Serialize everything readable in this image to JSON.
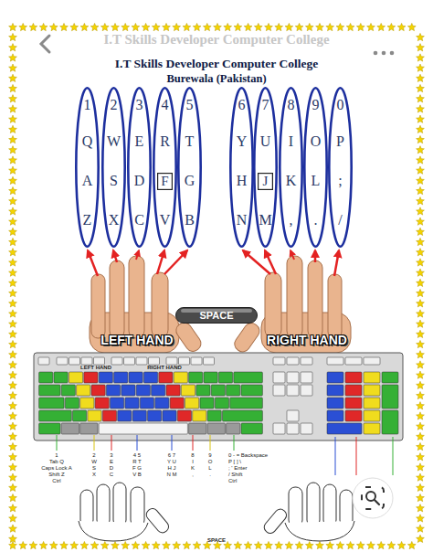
{
  "diagram": {
    "title": "I.T Skills Developer Computer College",
    "nodes": [
      {
        "text": [
          "1",
          "Q",
          "A",
          "Z"
        ]
      },
      {
        "text": [
          "2",
          "W",
          "S",
          "X"
        ]
      },
      {
        "text": [
          "3",
          "E",
          "D",
          "C"
        ]
      },
      {
        "text": [
          "4",
          "R",
          "V"
        ]
      },
      {
        "text": [
          "5",
          "T",
          "G",
          "B"
        ]
      },
      {
        "text": [
          "6",
          "Y",
          "H",
          "N"
        ]
      },
      {
        "text": [
          "7",
          "U",
          "M"
        ]
      },
      {
        "text": [
          "8",
          "I",
          "K",
          ","
        ]
      },
      {
        "text": [
          "9",
          "O",
          "L",
          "."
        ]
      },
      {
        "text": [
          "0",
          "P",
          ";",
          "/"
        ]
      },
      {
        "text": [
          "F"
        ],
        "in": 3
      },
      {
        "text": [
          "J"
        ],
        "in": 6
      },
      {
        "text": [
          "SPACE"
        ]
      }
    ],
    "labels": [
      "I.T Skills Developer Computer College",
      "Burewala (Pakistan)",
      "LEFT HAND",
      "RIGHT HAND",
      "LEFT HAND",
      "RIGHT HAND",
      "1",
      "Tab Q",
      "Caps Lock A",
      "Shift Z",
      "Ctrl",
      "2",
      "W",
      "S",
      "X",
      "3",
      "E",
      "D",
      "C",
      "4 5",
      "R T",
      "F G",
      "V B",
      "6 7",
      "Y U",
      "H J",
      "N M",
      "8",
      "I",
      "K",
      ",",
      "9",
      "O",
      "L",
      ".",
      "0 - = Backspace",
      "P [ ] \\",
      "; ' Enter",
      "/ Shift",
      "Ctrl",
      "SPACE"
    ]
  }
}
